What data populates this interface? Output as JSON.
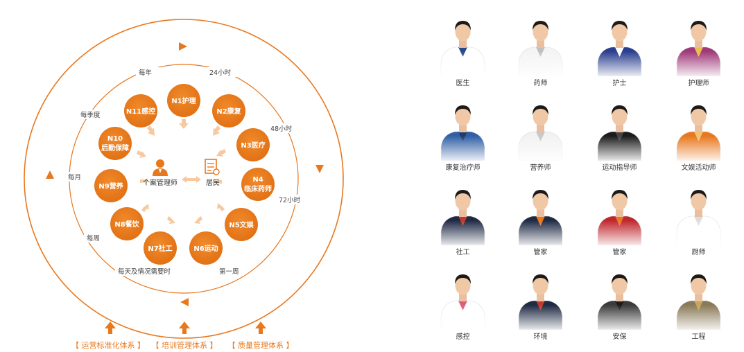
{
  "diagram": {
    "accent_color": "#E8781E",
    "nodes": [
      {
        "id": "N1",
        "label": "N1护理"
      },
      {
        "id": "N2",
        "label": "N2康复"
      },
      {
        "id": "N3",
        "label": "N3医疗"
      },
      {
        "id": "N4",
        "line1": "N4",
        "line2": "临床药师"
      },
      {
        "id": "N5",
        "label": "N5文娱"
      },
      {
        "id": "N6",
        "label": "N6运动"
      },
      {
        "id": "N7",
        "label": "N7社工"
      },
      {
        "id": "N8",
        "label": "N8餐饮"
      },
      {
        "id": "N9",
        "label": "N9营养"
      },
      {
        "id": "N10",
        "line1": "N10",
        "line2": "后勤保障"
      },
      {
        "id": "N11",
        "label": "N11感控"
      }
    ],
    "center": {
      "case_manager": "个案管理师",
      "resident": "居民",
      "case_manager_icon": "person-icon",
      "resident_icon": "clipboard-icon"
    },
    "ring_labels": {
      "yearly": "每年",
      "h24": "24小时",
      "h48": "48小时",
      "h72": "72小时",
      "quarterly": "每季度",
      "monthly": "每月",
      "weekly": "每周",
      "daily": "每天及情况需要时",
      "first_week": "第一周"
    },
    "systems": [
      "【 运营标准化体系 】",
      "【 培训管理体系 】",
      "【 质量管理体系 】"
    ]
  },
  "staff": [
    {
      "title": "医生",
      "outfit": "#ffffff",
      "accent": "#2a4a8a"
    },
    {
      "title": "药师",
      "outfit": "#f4f4f4",
      "accent": "#c0c0c0"
    },
    {
      "title": "护士",
      "outfit": "#2a3f8f",
      "accent": "#ffffff"
    },
    {
      "title": "护理师",
      "outfit": "#a0397a",
      "accent": "#e8c04a"
    },
    {
      "title": "康复治疗师",
      "outfit": "#2f5fa6",
      "accent": "#1e3b70"
    },
    {
      "title": "营养师",
      "outfit": "#f2f2f2",
      "accent": "#c8c8c8"
    },
    {
      "title": "运动指导师",
      "outfit": "#1c1c1c",
      "accent": "#444444"
    },
    {
      "title": "文娱活动师",
      "outfit": "#e8781e",
      "accent": "#f3c36a"
    },
    {
      "title": "社工",
      "outfit": "#1f2a44",
      "accent": "#c0392b"
    },
    {
      "title": "管家",
      "outfit": "#1f2a44",
      "accent": "#e8781e"
    },
    {
      "title": "管家",
      "outfit": "#c0272d",
      "accent": "#e8781e"
    },
    {
      "title": "厨师",
      "outfit": "#ffffff",
      "accent": "#dddddd"
    },
    {
      "title": "感控",
      "outfit": "#ffffff",
      "accent": "#e05a7a"
    },
    {
      "title": "环境",
      "outfit": "#1f2a44",
      "accent": "#c0392b"
    },
    {
      "title": "安保",
      "outfit": "#3b3b3b",
      "accent": "#1c1c1c"
    },
    {
      "title": "工程",
      "outfit": "#8a7a58",
      "accent": "#c9a45c"
    }
  ]
}
